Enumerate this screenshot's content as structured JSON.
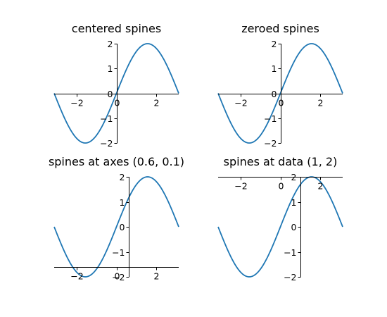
{
  "chart_data": [
    {
      "type": "line",
      "title": "centered spines",
      "xlim": [
        -3.14159,
        3.14159
      ],
      "ylim": [
        -2,
        2
      ],
      "xticks": [
        -2,
        0,
        2
      ],
      "yticks": [
        -2,
        -1,
        0,
        1,
        2
      ],
      "xtick_labels": [
        "−2",
        "0",
        "2"
      ],
      "ytick_labels": [
        "−2",
        "−1",
        "0",
        "1",
        "2"
      ],
      "spines": {
        "x": "center",
        "y": "center"
      },
      "series": [
        {
          "function": "2*sin(x)",
          "color": "#1f77b4"
        }
      ]
    },
    {
      "type": "line",
      "title": "zeroed spines",
      "xlim": [
        -3.14159,
        3.14159
      ],
      "ylim": [
        -2,
        2
      ],
      "xticks": [
        -2,
        0,
        2
      ],
      "yticks": [
        -2,
        -1,
        0,
        1,
        2
      ],
      "xtick_labels": [
        "−2",
        "0",
        "2"
      ],
      "ytick_labels": [
        "−2",
        "−1",
        "0",
        "1",
        "2"
      ],
      "spines": {
        "x": "zero",
        "y": "zero"
      },
      "series": [
        {
          "function": "2*sin(x)",
          "color": "#1f77b4"
        }
      ]
    },
    {
      "type": "line",
      "title": "spines at axes (0.6, 0.1)",
      "xlim": [
        -3.14159,
        3.14159
      ],
      "ylim": [
        -2,
        2
      ],
      "xticks": [
        -2,
        0,
        2
      ],
      "yticks": [
        -2,
        -1,
        0,
        1,
        2
      ],
      "xtick_labels": [
        "−2",
        "0",
        "2"
      ],
      "ytick_labels": [
        "−2",
        "−1",
        "0",
        "1",
        "2"
      ],
      "spines": {
        "x": "axes 0.1",
        "y": "axes 0.6"
      },
      "series": [
        {
          "function": "2*sin(x)",
          "color": "#1f77b4"
        }
      ]
    },
    {
      "type": "line",
      "title": "spines at data (1, 2)",
      "xlim": [
        -3.14159,
        3.14159
      ],
      "ylim": [
        -2,
        2
      ],
      "xticks": [
        -2,
        0,
        2
      ],
      "yticks": [
        -2,
        -1,
        0,
        1,
        2
      ],
      "xtick_labels": [
        "−2",
        "0",
        "2"
      ],
      "ytick_labels": [
        "−2",
        "−1",
        "0",
        "1",
        "2"
      ],
      "spines": {
        "x": "data 2",
        "y": "data 1"
      },
      "series": [
        {
          "function": "2*sin(x)",
          "color": "#1f77b4"
        }
      ]
    }
  ]
}
